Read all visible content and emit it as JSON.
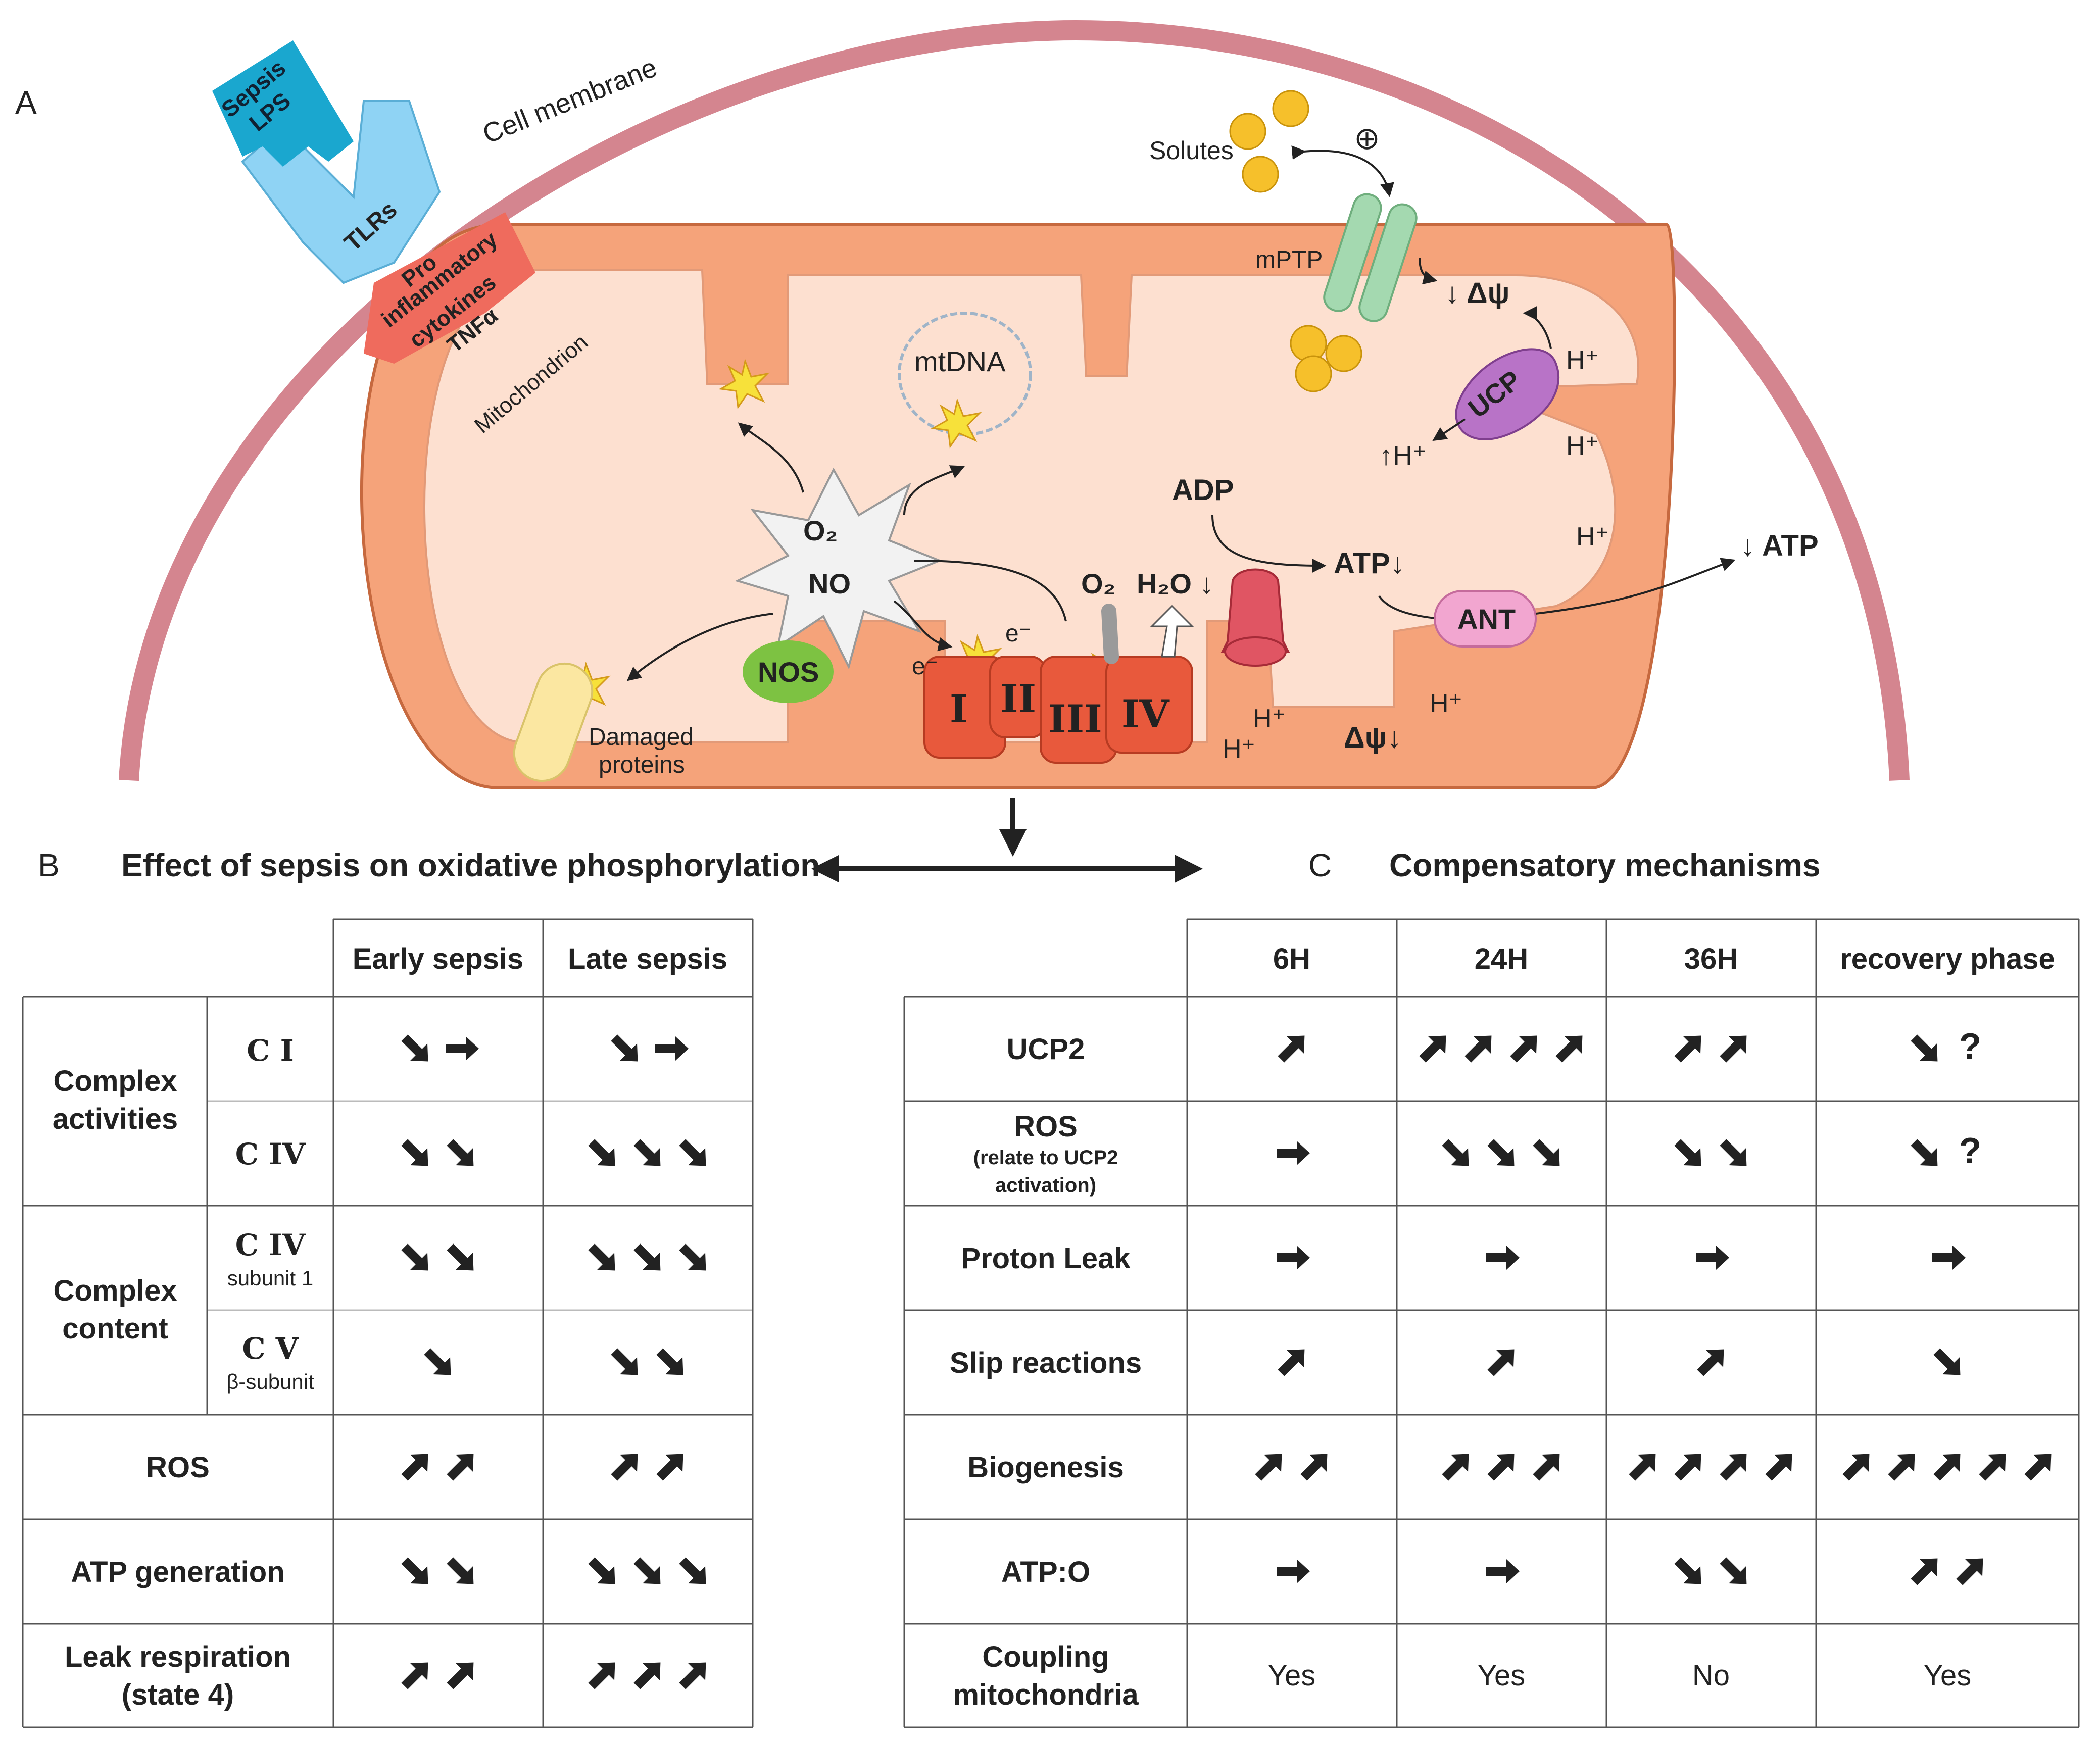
{
  "panel_a": {
    "letter": "A",
    "cell_membrane": "Cell membrane",
    "sepsis": "Sepsis",
    "lps": "LPS",
    "tlrs": "TLRs",
    "cytokines": [
      "Pro",
      "inflammatory",
      "cytokines",
      "TNFα"
    ],
    "mitochondrion": "Mitochondrion",
    "mtdna": "mtDNA",
    "solutes": "Solutes",
    "plus": "⊕",
    "mptp": "mPTP",
    "o2": "O₂",
    "no": "NO",
    "nos": "NOS",
    "damaged": "Damaged",
    "proteins": "proteins",
    "complex_i": "I",
    "complex_ii": "II",
    "complex_iii": "III",
    "complex_iv": "IV",
    "electron": "e⁻",
    "o2_small": "O₂",
    "h2o": "H₂O ↓",
    "adp": "ADP",
    "atp_in": "ATP↓",
    "atp_out": "↓ ATP",
    "ant": "ANT",
    "ucp": "UCP",
    "hplus": "H⁺",
    "hplus_up": "↑H⁺",
    "dpsi_down": "↓ Δψ",
    "dpsi_bottom": "Δψ↓"
  },
  "panel_b": {
    "letter": "B",
    "title": "Effect of sepsis on oxidative phosphorylation",
    "columns": [
      "Early sepsis",
      "Late sepsis"
    ],
    "groups": [
      "Complex activities",
      "Complex content"
    ],
    "rows": [
      {
        "label": "C I",
        "sub": "",
        "early": [
          "down",
          "flat"
        ],
        "late": [
          "down",
          "flat"
        ]
      },
      {
        "label": "C IV",
        "sub": "",
        "early": [
          "down",
          "down"
        ],
        "late": [
          "down",
          "down",
          "down"
        ]
      },
      {
        "label": "C IV",
        "sub": "subunit 1",
        "early": [
          "down",
          "down"
        ],
        "late": [
          "down",
          "down",
          "down"
        ]
      },
      {
        "label": "C V",
        "sub": "β-subunit",
        "early": [
          "down"
        ],
        "late": [
          "down",
          "down"
        ]
      },
      {
        "label": "ROS",
        "sub": "",
        "early": [
          "up",
          "up"
        ],
        "late": [
          "up",
          "up"
        ]
      },
      {
        "label": "ATP generation",
        "sub": "",
        "early": [
          "down",
          "down"
        ],
        "late": [
          "down",
          "down",
          "down"
        ]
      },
      {
        "label": "Leak respiration",
        "sub": "(state 4)",
        "early": [
          "up",
          "up"
        ],
        "late": [
          "up",
          "up",
          "up"
        ]
      }
    ]
  },
  "panel_c": {
    "letter": "C",
    "title": "Compensatory mechanisms",
    "columns": [
      "6H",
      "24H",
      "36H",
      "recovery phase"
    ],
    "rows": [
      {
        "label": "UCP2",
        "sub": "",
        "cells": [
          [
            "up"
          ],
          [
            "up",
            "up",
            "up",
            "up"
          ],
          [
            "up",
            "up"
          ],
          [
            "down",
            "?"
          ]
        ]
      },
      {
        "label": "ROS",
        "sub": "(relate to UCP2 activation)",
        "cells": [
          [
            "flat"
          ],
          [
            "down",
            "down",
            "down"
          ],
          [
            "down",
            "down"
          ],
          [
            "down",
            "?"
          ]
        ]
      },
      {
        "label": "Proton Leak",
        "sub": "",
        "cells": [
          [
            "flat"
          ],
          [
            "flat"
          ],
          [
            "flat"
          ],
          [
            "flat"
          ]
        ]
      },
      {
        "label": "Slip reactions",
        "sub": "",
        "cells": [
          [
            "up"
          ],
          [
            "up"
          ],
          [
            "up"
          ],
          [
            "down"
          ]
        ]
      },
      {
        "label": "Biogenesis",
        "sub": "",
        "cells": [
          [
            "up",
            "up"
          ],
          [
            "up",
            "up",
            "up"
          ],
          [
            "up",
            "up",
            "up",
            "up"
          ],
          [
            "up",
            "up",
            "up",
            "up",
            "up"
          ]
        ]
      },
      {
        "label": "ATP:O",
        "sub": "",
        "cells": [
          [
            "flat"
          ],
          [
            "flat"
          ],
          [
            "down",
            "down"
          ],
          [
            "up",
            "up"
          ]
        ]
      },
      {
        "label": "Coupling mitochondria",
        "sub": "",
        "cells": [
          [
            "Yes"
          ],
          [
            "Yes"
          ],
          [
            "No"
          ],
          [
            "Yes"
          ]
        ]
      }
    ]
  },
  "colors": {
    "membrane": "#d4858f",
    "mito_outer": "#f5a37a",
    "mito_inner": "#fde0d0",
    "mito_stroke": "#c6693f",
    "complex": "#e8593c",
    "tlr": "#8fd3f4",
    "sepsis": "#1aa7cf",
    "cytokine": "#ef6b5d",
    "nos": "#7dc242",
    "ucp": "#b873c7",
    "ant": "#f2a6d0",
    "mptp": "#a4d9b0",
    "solute": "#f6c02b",
    "atp_synthase": "#e05563",
    "damaged": "#fbe7a1",
    "burst": "#f7e13a"
  }
}
